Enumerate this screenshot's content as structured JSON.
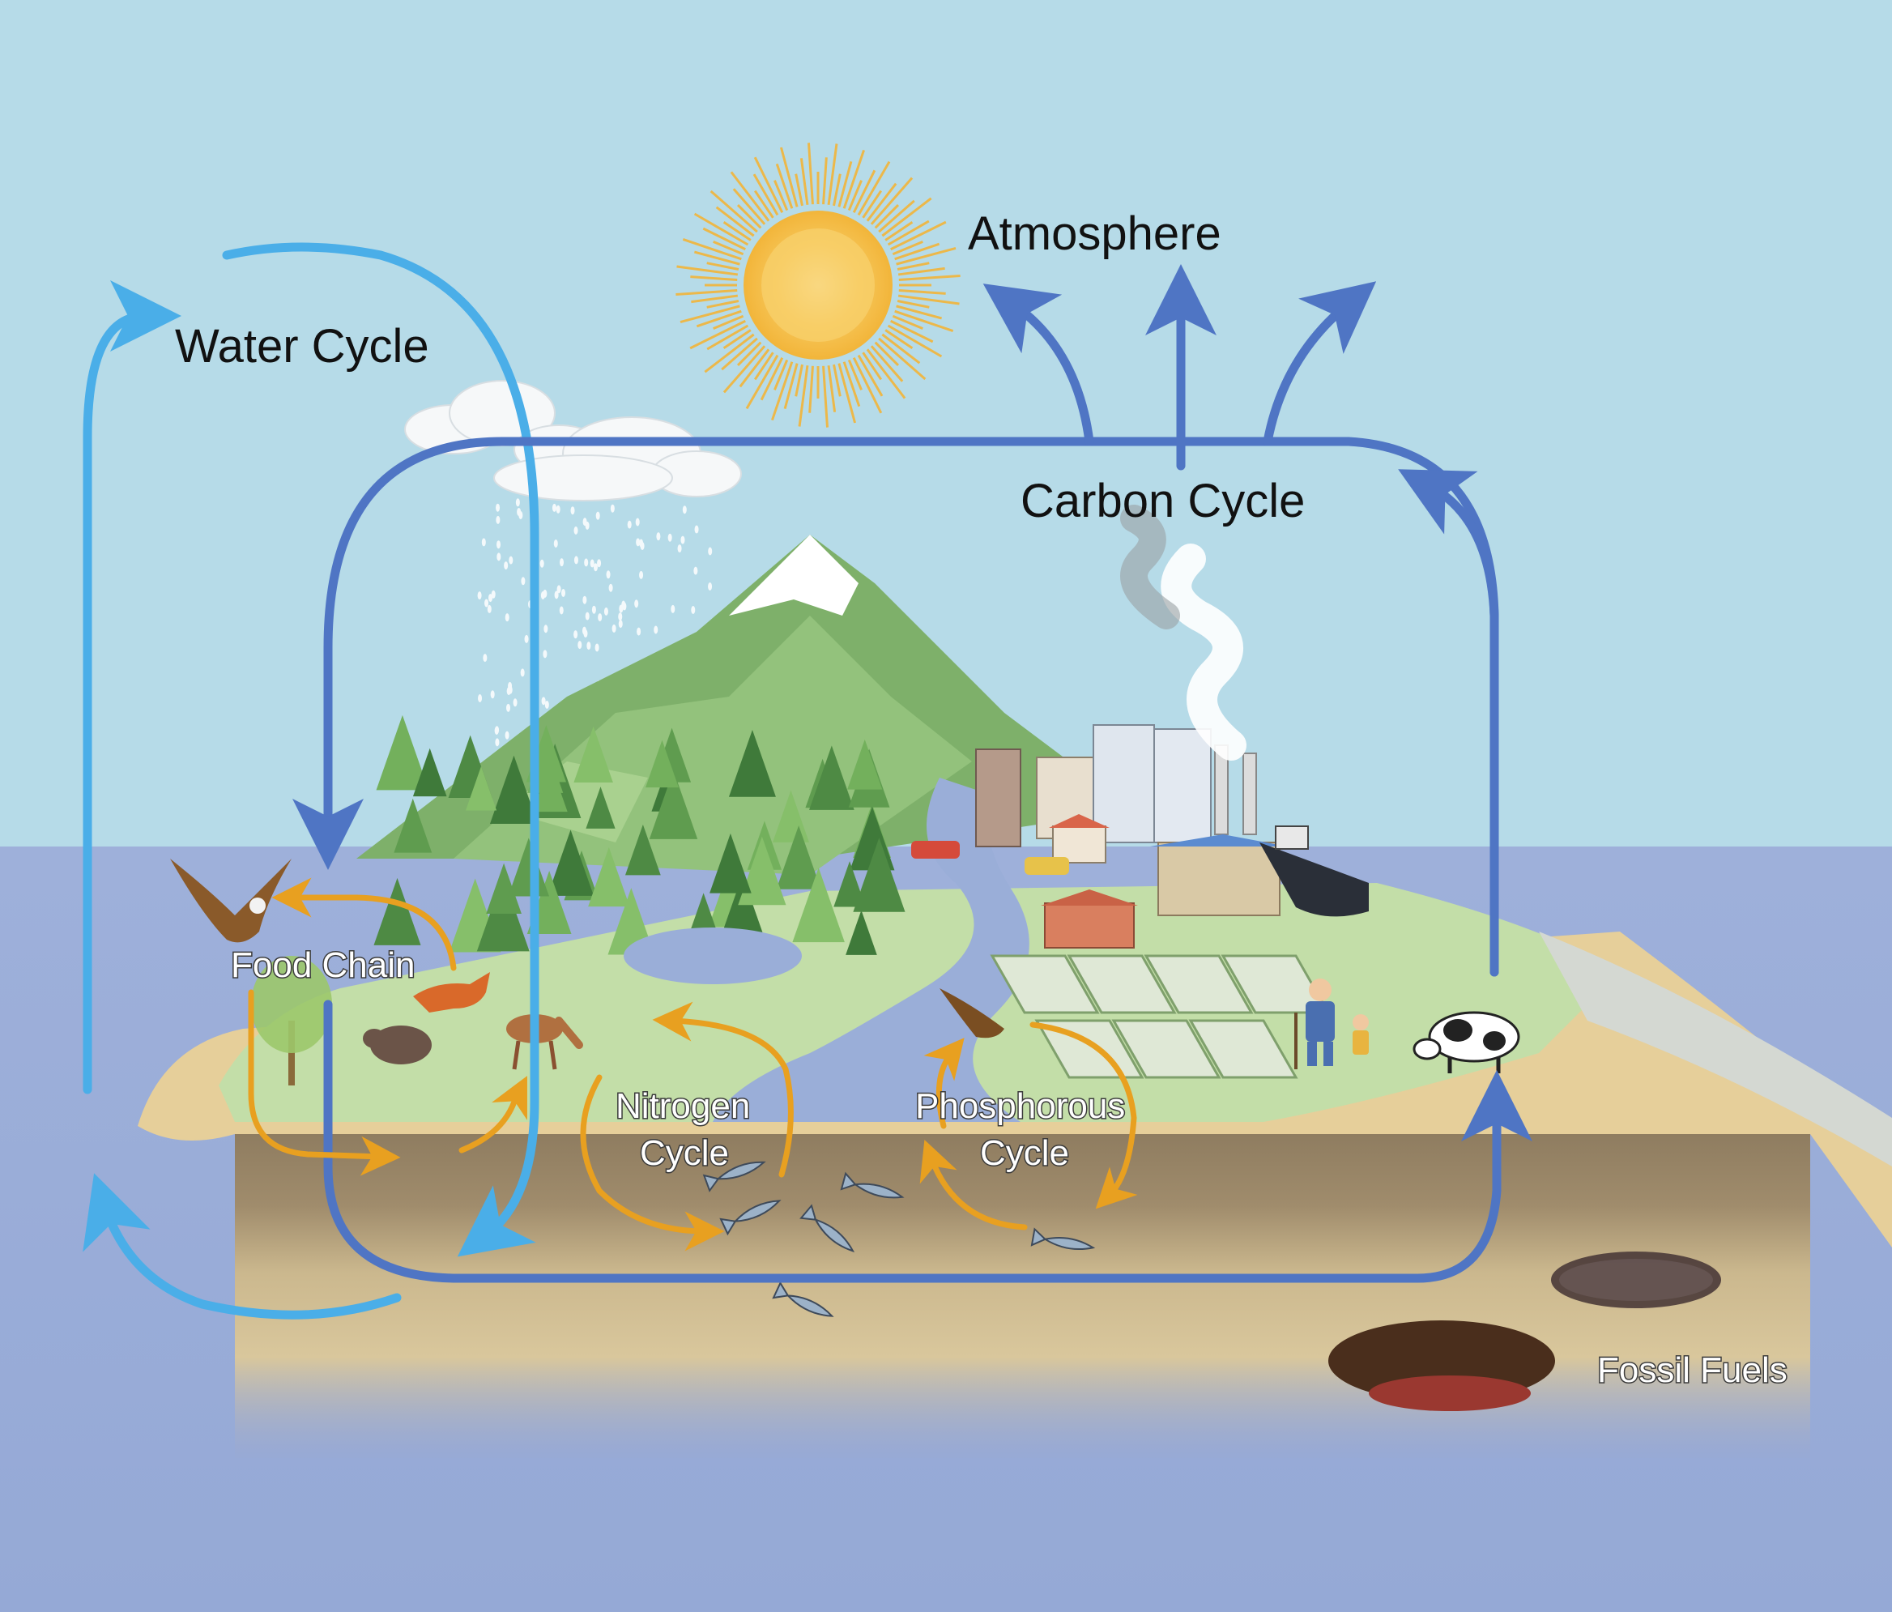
{
  "labels": {
    "atmosphere": "Atmosphere",
    "water_cycle": "Water Cycle",
    "carbon_cycle": "Carbon Cycle",
    "food_chain": "Food Chain",
    "nitrogen_cycle_line1": "Nitrogen",
    "nitrogen_cycle_line2": "Cycle",
    "phosphorous_cycle_line1": "Phosphorous",
    "phosphorous_cycle_line2": "Cycle",
    "fossil_fuels": "Fossil Fuels"
  },
  "colors": {
    "sky": "#b6dbe8",
    "sea": "#9aaed8",
    "water_cycle_arrow": "#4aaee8",
    "carbon_cycle_arrow": "#4f75c4",
    "nutrient_arrow": "#e8a020",
    "sun": "#f2b53a",
    "land": "#c3dea8",
    "forest": "#6ea85a",
    "soil": "#8c7a5e"
  },
  "icons": [
    "sun-icon",
    "cloud-icon",
    "rain-icon",
    "mountain-icon",
    "forest-icon",
    "city-icon",
    "factory-smoke-icon",
    "ship-icon",
    "farm-field-icon",
    "farmer-icon",
    "cow-icon",
    "eagle-icon",
    "fox-icon",
    "boar-icon",
    "deer-icon",
    "fish-icon",
    "fossil-fuel-deposit-icon"
  ]
}
